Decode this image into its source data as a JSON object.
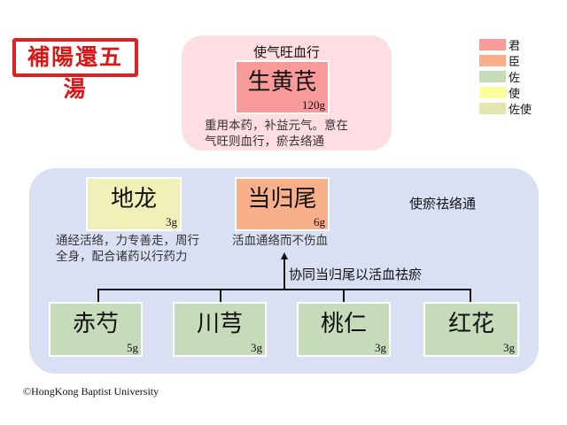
{
  "stamp": "補陽還五湯",
  "top": {
    "caption": "使气旺血行",
    "herb": {
      "name": "生黄芪",
      "dose": "120g"
    },
    "desc": [
      "重用本药，补益元气。意在",
      "气旺则血行，瘀去络通"
    ]
  },
  "main": {
    "caption": "使瘀祛络通",
    "dilong": {
      "name": "地龙",
      "dose": "3g",
      "desc": [
        "通经活络，力专善走，周行",
        "全身，配合诸药以行药力"
      ]
    },
    "dangguiwei": {
      "name": "当归尾",
      "dose": "6g",
      "desc": "活血通络而不伤血"
    },
    "arrow_label": "协同当归尾以活血祛瘀",
    "assistants": [
      {
        "name": "赤芍",
        "dose": "5g"
      },
      {
        "name": "川芎",
        "dose": "3g"
      },
      {
        "name": "桃仁",
        "dose": "3g"
      },
      {
        "name": "红花",
        "dose": "3g"
      }
    ]
  },
  "legend": [
    {
      "label": "君",
      "color": "#f89a9a"
    },
    {
      "label": "臣",
      "color": "#f9b08a"
    },
    {
      "label": "佐",
      "color": "#c6dbb9"
    },
    {
      "label": "使",
      "color": "#fefe9c"
    },
    {
      "label": "佐使",
      "color": "#e3e6b0"
    }
  ],
  "copyright": "©HongKong Baptist University"
}
